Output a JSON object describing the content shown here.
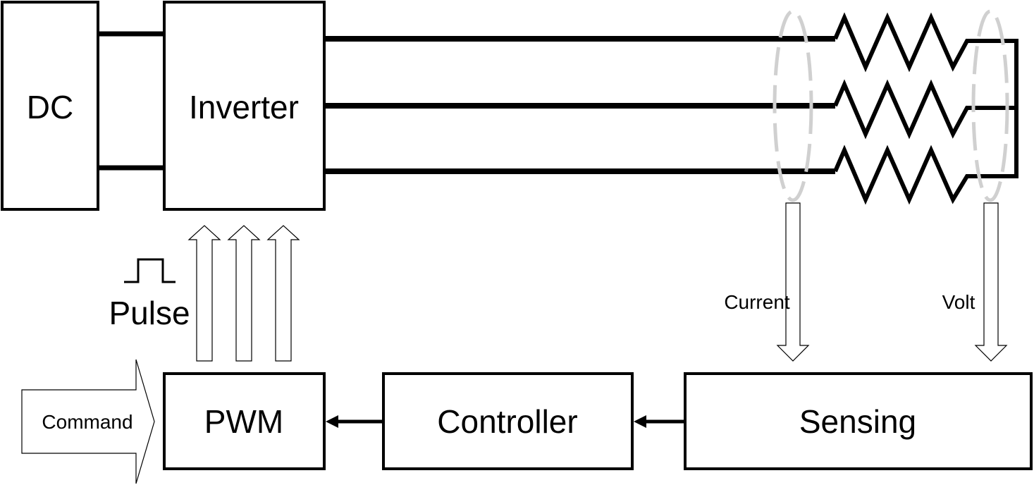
{
  "blocks": {
    "dc": "DC",
    "inverter": "Inverter",
    "pwm": "PWM",
    "controller": "Controller",
    "sensing": "Sensing"
  },
  "labels": {
    "pulse": "Pulse",
    "command": "Command",
    "current": "Current",
    "volt": "Volt"
  },
  "colors": {
    "stroke": "#000000",
    "sensor_loop": "#d0d0d0"
  }
}
